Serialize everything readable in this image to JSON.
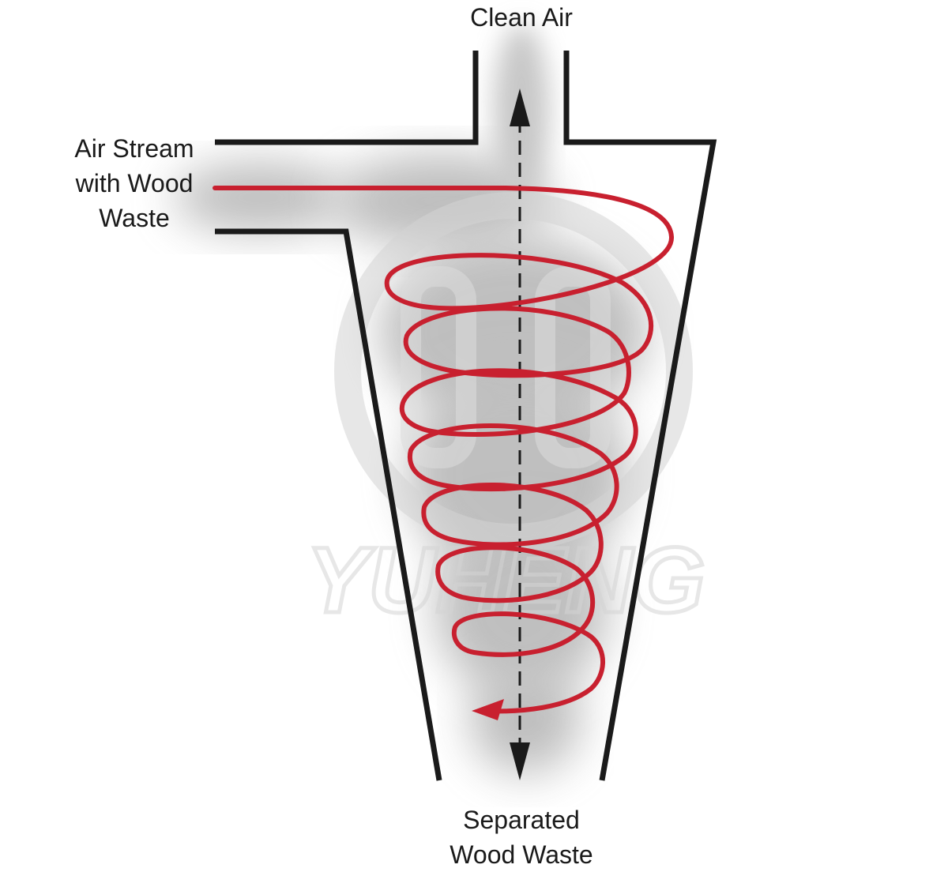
{
  "labels": {
    "top": "Clean Air",
    "inlet": [
      "Air Stream",
      "with Wood",
      "Waste"
    ],
    "bottom": [
      "Separated",
      "Wood Waste"
    ]
  },
  "watermark": {
    "text": "YUHENG"
  },
  "colors": {
    "outline": "#1a1a1a",
    "spiral": "#c8202f",
    "axis": "#1a1a1a",
    "haze": "#8a8a8a",
    "watermark": "#d4d4d4"
  },
  "icons": {
    "axis_top": "arrow-up-icon",
    "axis_bottom": "arrow-down-icon",
    "spiral_end": "arrowhead-left-icon"
  }
}
